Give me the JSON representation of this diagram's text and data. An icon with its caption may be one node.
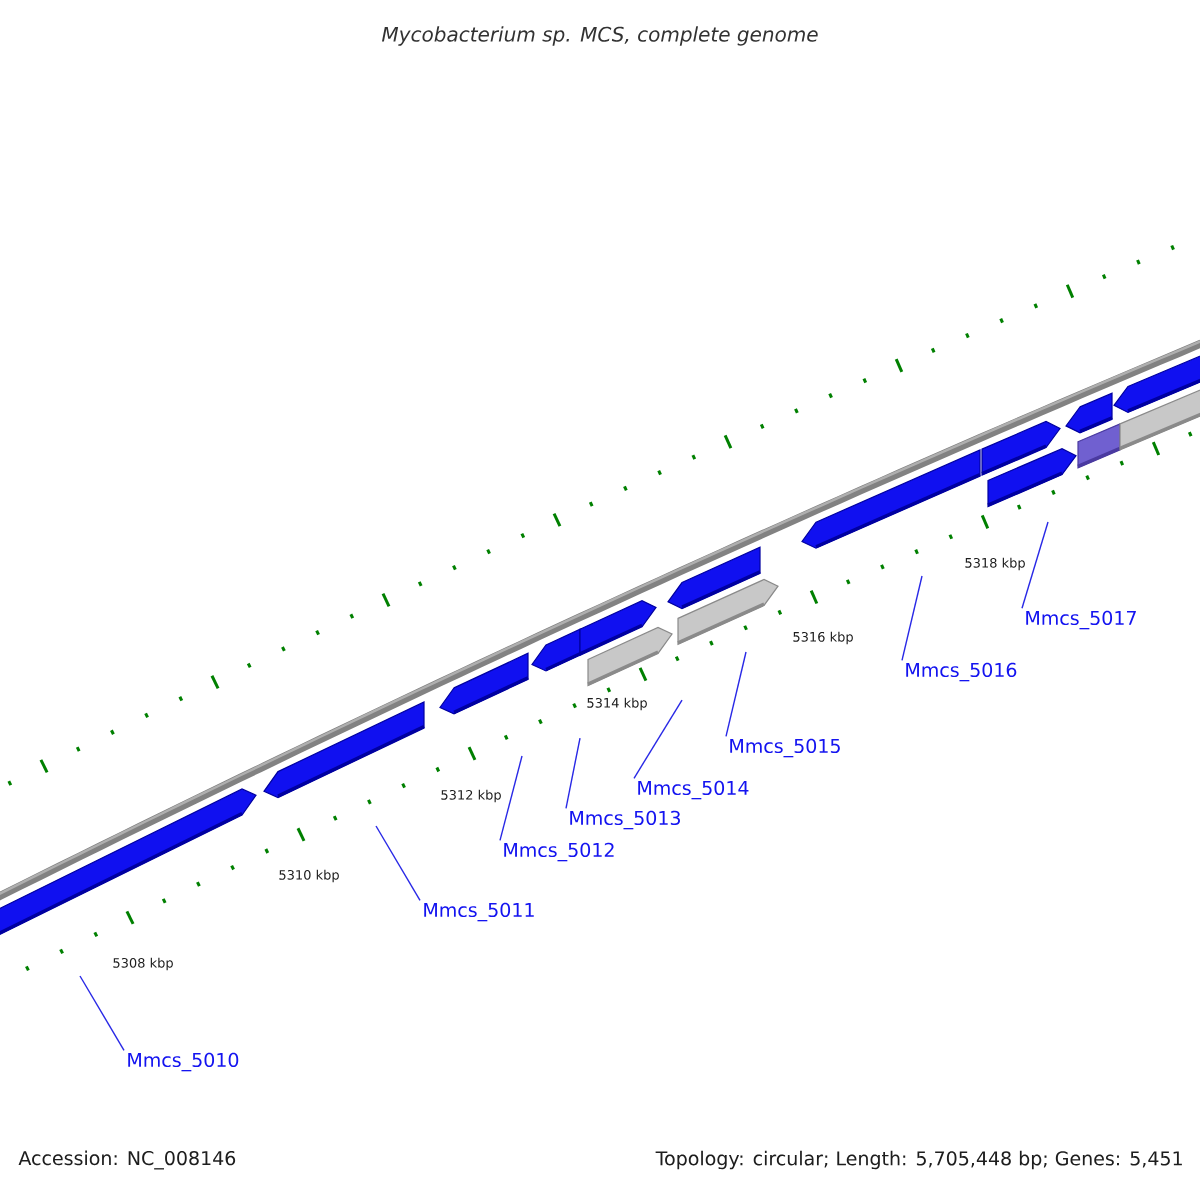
{
  "diagram": {
    "title": "Mycobacterium sp. MCS, complete genome",
    "nodes": [
      {
        "text": [
          "Mmcs_5010"
        ]
      },
      {
        "text": [
          "Mmcs_5011"
        ]
      },
      {
        "text": [
          "Mmcs_5012"
        ]
      },
      {
        "text": [
          "Mmcs_5013"
        ]
      },
      {
        "text": [
          "Mmcs_5014"
        ]
      },
      {
        "text": [
          "Mmcs_5015"
        ]
      },
      {
        "text": [
          "Mmcs_5016"
        ]
      },
      {
        "text": [
          "Mmcs_5017"
        ]
      }
    ],
    "edges": [
      {
        "from": 0,
        "to": null,
        "arrow": "none"
      },
      {
        "from": 1,
        "to": null,
        "arrow": "none"
      },
      {
        "from": 2,
        "to": null,
        "arrow": "none"
      },
      {
        "from": 3,
        "to": null,
        "arrow": "none"
      },
      {
        "from": 4,
        "to": null,
        "arrow": "none"
      },
      {
        "from": 5,
        "to": null,
        "arrow": "none"
      },
      {
        "from": 6,
        "to": null,
        "arrow": "none"
      },
      {
        "from": 7,
        "to": null,
        "arrow": "none"
      }
    ],
    "labels": [
      "5308 kbp",
      "5310 kbp",
      "5312 kbp",
      "5314 kbp",
      "5316 kbp",
      "5318 kbp",
      "Accession: NC_008146",
      "Topology: circular; Length: 5,705,448 bp; Genes: 5,451"
    ]
  }
}
